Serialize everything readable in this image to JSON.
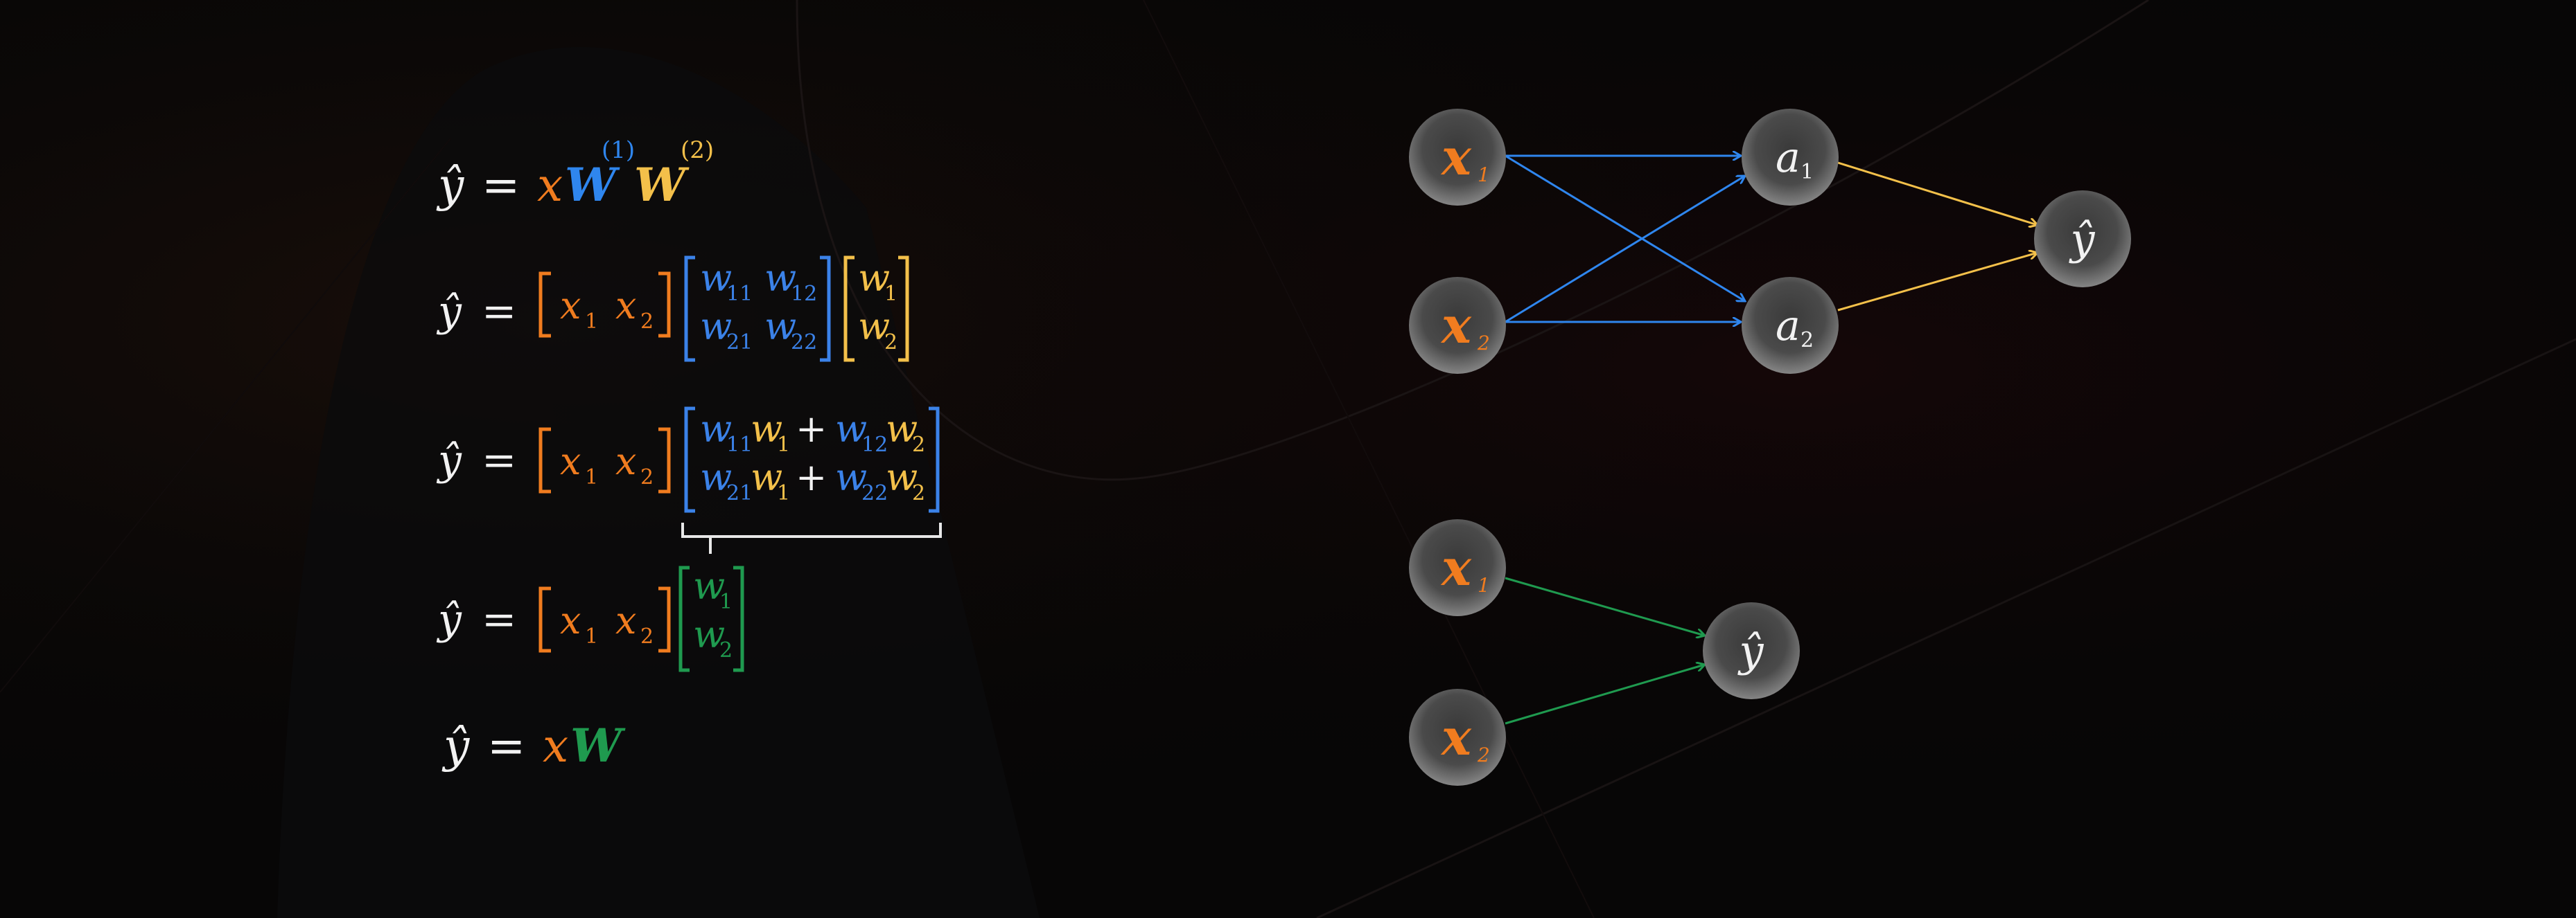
{
  "colors": {
    "white": "#f2f2f2",
    "orange": "#f07c1f",
    "blue": "#2f86ee",
    "blue_matrix": "#3b82e8",
    "yellow": "#f3c04a",
    "green": "#1f9a4f",
    "bracket_white": "#e8e8e8"
  },
  "equations": {
    "eq1": {
      "lhs": "ŷ",
      "eq": "=",
      "x": "x",
      "W1": "W",
      "W1_sup": "(1)",
      "W2": "W",
      "W2_sup": "(2)"
    },
    "eq2": {
      "lhs": "ŷ",
      "eq": "=",
      "x1": "x",
      "x1_sub": "1",
      "x2": "x",
      "x2_sub": "2",
      "w11": "w",
      "w11_sub": "11",
      "w12": "w",
      "w12_sub": "12",
      "w21": "w",
      "w21_sub": "21",
      "w22": "w",
      "w22_sub": "22",
      "v1": "w",
      "v1_sub": "1",
      "v2": "w",
      "v2_sub": "2"
    },
    "eq3": {
      "lhs": "ŷ",
      "eq": "=",
      "x1": "x",
      "x1_sub": "1",
      "x2": "x",
      "x2_sub": "2",
      "r1a": "w",
      "r1a_sub": "11",
      "r1b": "w",
      "r1b_sub": "1",
      "r1c": "w",
      "r1c_sub": "12",
      "r1d": "w",
      "r1d_sub": "2",
      "r2a": "w",
      "r2a_sub": "21",
      "r2b": "w",
      "r2b_sub": "1",
      "r2c": "w",
      "r2c_sub": "22",
      "r2d": "w",
      "r2d_sub": "2",
      "plus": "+"
    },
    "eq4": {
      "lhs": "ŷ",
      "eq": "=",
      "x1": "x",
      "x1_sub": "1",
      "x2": "x",
      "x2_sub": "2",
      "g1": "w",
      "g1_sub": "1",
      "g2": "w",
      "g2_sub": "2"
    },
    "eq5": {
      "lhs": "ŷ",
      "eq": "=",
      "x": "x",
      "W": "W"
    }
  },
  "network_top": {
    "inputs": [
      {
        "label": "x",
        "sub": "1"
      },
      {
        "label": "x",
        "sub": "2"
      }
    ],
    "hidden": [
      {
        "label": "a",
        "sub": "1"
      },
      {
        "label": "a",
        "sub": "2"
      }
    ],
    "output": {
      "label": "ŷ"
    }
  },
  "network_bottom": {
    "inputs": [
      {
        "label": "x",
        "sub": "1"
      },
      {
        "label": "x",
        "sub": "2"
      }
    ],
    "output": {
      "label": "ŷ"
    }
  }
}
